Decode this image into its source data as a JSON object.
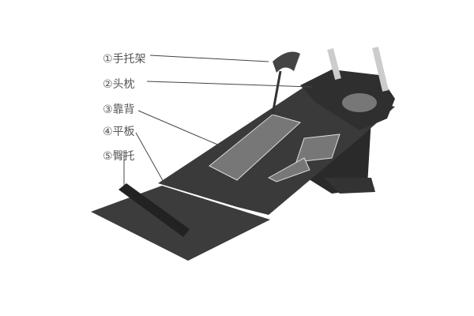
{
  "labels": [
    {
      "num": "①",
      "text": "手托架"
    },
    {
      "num": "②",
      "text": "头枕"
    },
    {
      "num": "③",
      "text": "靠背"
    },
    {
      "num": "④",
      "text": "平板"
    },
    {
      "num": "⑤",
      "text": "臀托"
    }
  ],
  "colors": {
    "device": "#3a3a3a",
    "grid": "#ffffff",
    "label": "#555555",
    "leader": "#444444"
  }
}
